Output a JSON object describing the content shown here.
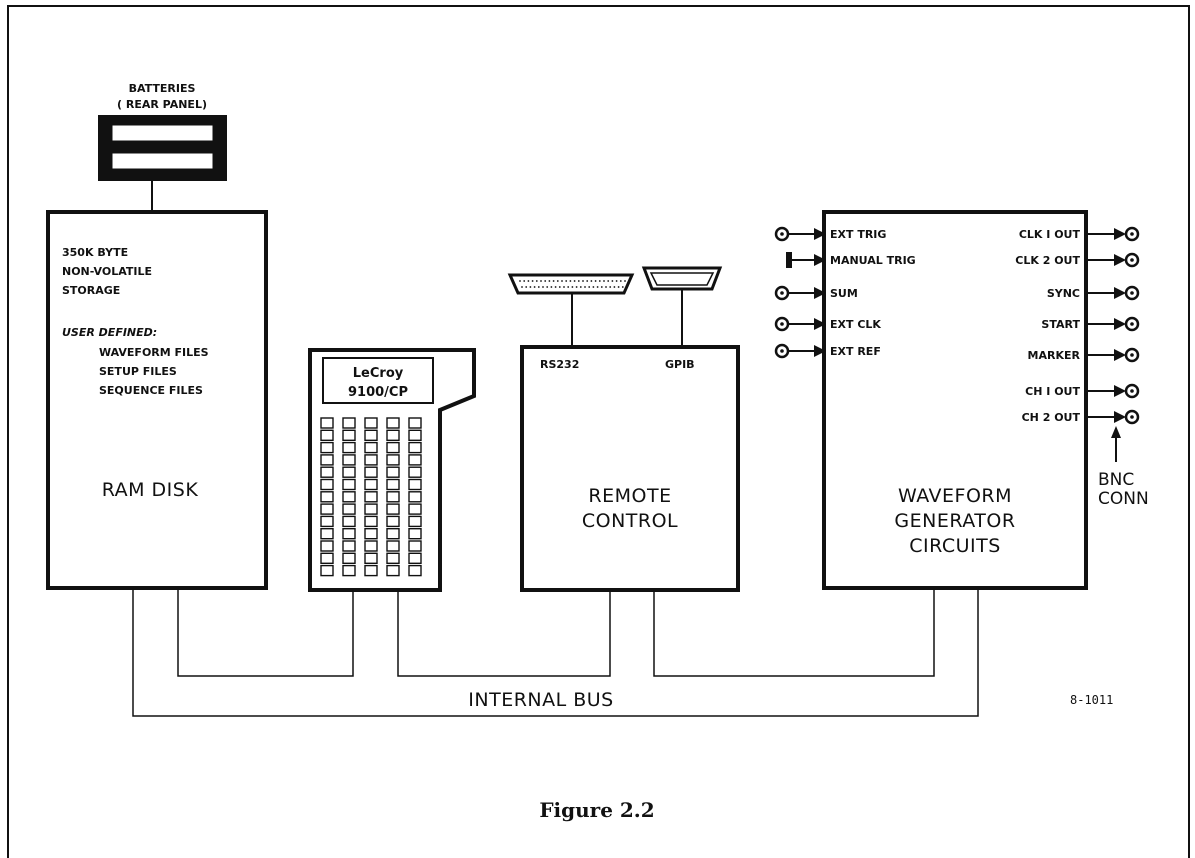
{
  "batteries": {
    "label_line1": "BATTERIES",
    "label_line2": "( REAR PANEL)"
  },
  "ram_disk": {
    "lines": [
      "350K BYTE",
      "NON-VOLATILE",
      "STORAGE"
    ],
    "user_defined": [
      "USER DEFINED:",
      "WAVEFORM FILES",
      "SETUP FILES",
      "SEQUENCE FILES"
    ],
    "title": "RAM DISK"
  },
  "controller": {
    "brand": "LeCroy",
    "model": "9100/CP"
  },
  "remote_control": {
    "port_rs232": "RS232",
    "port_gpib": "GPIB",
    "title_line1": "REMOTE",
    "title_line2": "CONTROL"
  },
  "waveform_generator": {
    "inputs": [
      "EXT TRIG",
      "MANUAL TRIG",
      "SUM",
      "EXT CLK",
      "EXT REF"
    ],
    "outputs": [
      "CLK I OUT",
      "CLK 2 OUT",
      "SYNC",
      "START",
      "MARKER",
      "CH I OUT",
      "CH 2 OUT"
    ],
    "title_lines": [
      "WAVEFORM",
      "GENERATOR",
      "CIRCUITS"
    ]
  },
  "bnc": {
    "line1": "BNC",
    "line2": "CONN"
  },
  "bus_label": "INTERNAL BUS",
  "drawing_number": "8-1011",
  "caption": "Figure 2.2"
}
